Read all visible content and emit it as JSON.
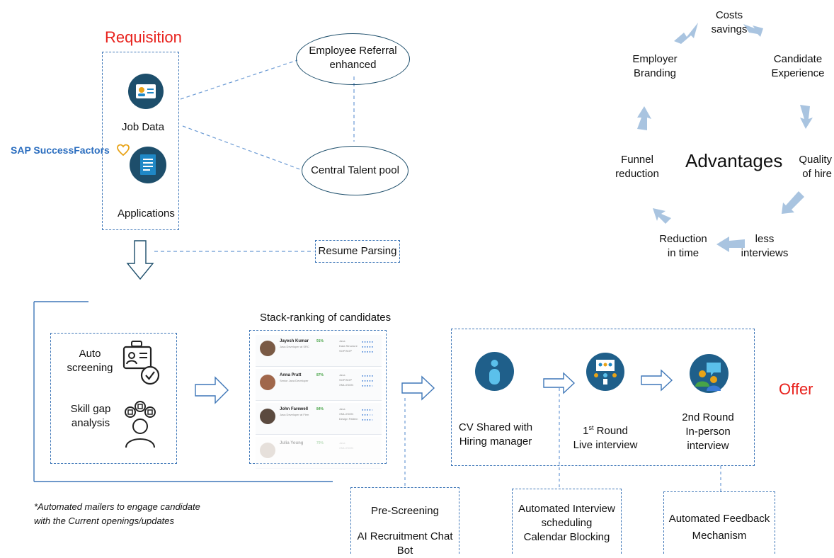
{
  "requisition": {
    "title": "Requisition",
    "job_data": "Job Data",
    "applications": "Applications",
    "brand": "SAP SuccessFactors"
  },
  "talent": {
    "referral_line1": "Employee Referral",
    "referral_line2": "enhanced",
    "pool": "Central Talent pool"
  },
  "resume_parsing": "Resume Parsing",
  "advantages": {
    "title": "Advantages",
    "items": [
      {
        "line1": "Costs",
        "line2": "savings"
      },
      {
        "line1": "Candidate",
        "line2": "Experience"
      },
      {
        "line1": "Quality",
        "line2": "of hire"
      },
      {
        "line1": "less",
        "line2": "interviews"
      },
      {
        "line1": "Reduction",
        "line2": "in time"
      },
      {
        "line1": "Funnel",
        "line2": "reduction"
      },
      {
        "line1": "Employer",
        "line2": "Branding"
      }
    ]
  },
  "screening": {
    "auto_line1": "Auto",
    "auto_line2": "screening",
    "skill_line1": "Skill gap",
    "skill_line2": "analysis"
  },
  "stack_ranking": {
    "title": "Stack-ranking of candidates",
    "candidates": [
      {
        "name": "Jayesh Kumar",
        "role": "Java Developer at SRC",
        "match": "91%",
        "skills": "Java\nData Structure\nSOP/SOP"
      },
      {
        "name": "Anna Pratt",
        "role": "Senior Java Developer",
        "match": "87%",
        "skills": "Java\nSOP/SOP\nXML/JSON"
      },
      {
        "name": "John Farewell",
        "role": "Java Developer at Firm",
        "match": "84%",
        "skills": "Java\nXML/JSON\nDesign Pattern"
      },
      {
        "name": "Julia Young",
        "role": "",
        "match": "79%",
        "skills": "Java\nXML/JSON"
      }
    ]
  },
  "pipeline": {
    "cv_line1": "CV Shared with",
    "cv_line2": "Hiring manager",
    "round1_num": "1",
    "round1_sup": "st",
    "round1_rest": " Round",
    "round1_line2": "Live interview",
    "round2_line1": "2nd Round",
    "round2_line2": "In-person",
    "round2_line3": "interview",
    "offer": "Offer"
  },
  "footnote": {
    "line1": "*Automated mailers to engage candidate",
    "line2": "with the Current openings/updates"
  },
  "bottom_boxes": {
    "prescreen": "Pre-Screening",
    "chatbot": "AI Recruitment Chat Bot",
    "sched_line1": "Automated Interview",
    "sched_line2": "scheduling",
    "sched_line3": "Calendar Blocking",
    "feedback_line1": "Automated Feedback",
    "feedback_line2": "Mechanism"
  },
  "colors": {
    "accent_red": "#e8211c",
    "dash_blue": "#3f77b8",
    "icon_navy": "#1d4e6b",
    "icon_blue": "#1f88c6",
    "brand_blue": "#2a6dbf",
    "heart_gold": "#e8a317",
    "arrow_light_blue": "#a9c4e0"
  },
  "icons": [
    "id-card-icon",
    "document-icon",
    "badge-check-icon",
    "skill-brain-icon",
    "person-icon",
    "meeting-board-icon",
    "chat-team-icon",
    "heart-icon"
  ]
}
